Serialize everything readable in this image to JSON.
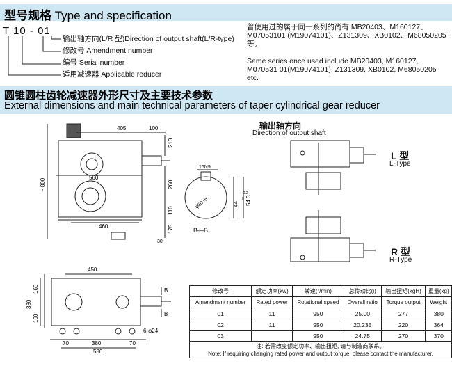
{
  "section1": {
    "title_cn": "型号规格",
    "title_en": "Type and specification"
  },
  "code": {
    "model": "T 10 - 01",
    "labels": [
      "输出轴方向(L/R 型)Direction of output shaft(L/R-type)",
      "修改号 Amendment number",
      "编号 Serial number",
      "适用减速器 Applicable reducer"
    ]
  },
  "series_note": {
    "cn": "曾使用过的属于同一系列的尚有 MB20403、M160127、M07053101 (M19074101)、Z131309、XB0102、M68050205 等。",
    "en": "Same series once used include MB20403, M160127, M070531 01(M19074101), Z131309, XB0102, M68050205 etc."
  },
  "section2": {
    "title_cn": "圆锥圆柱齿轮减速器外形尺寸及主要技术参数",
    "title_en": "External dimensions and main technical parameters of taper cylindrical gear reducer"
  },
  "drawing": {
    "front_dims": [
      "405",
      "100",
      "210",
      "560",
      "260",
      "110",
      "175",
      "460",
      "~ 800",
      "30"
    ],
    "section_dims": [
      "16N9",
      "φ60 r6",
      "44",
      "-0.2",
      "0",
      "54.3"
    ],
    "section_label": "B—B",
    "plan_dims": [
      "450",
      "160",
      "380",
      "160",
      "70",
      "380",
      "580",
      "70",
      "6-φ24"
    ],
    "plan_marks": [
      "B",
      "B"
    ]
  },
  "output_direction": {
    "cn": "输出轴方向",
    "en": "Direction of output shaft",
    "l_cn": "L 型",
    "l_en": "L-Type",
    "r_cn": "R 型",
    "r_en": "R-Type"
  },
  "table": {
    "headers_cn": [
      "修改号",
      "额定功率(kw)",
      "转速(r/min)",
      "总传动比(i)",
      "输出扭矩(kgH)",
      "重量(kg)"
    ],
    "headers_en": [
      "Amendment number",
      "Rated power",
      "Rotational speed",
      "Overall ratio",
      "Torque output",
      "Weight"
    ],
    "rows": [
      [
        "01",
        "11",
        "950",
        "25.00",
        "277",
        "380"
      ],
      [
        "02",
        "11",
        "950",
        "20.235",
        "220",
        "364"
      ],
      [
        "03",
        "",
        "950",
        "24.75",
        "270",
        "370"
      ]
    ],
    "note_cn": "注: 若需改变额定功率、输出扭矩, 请与制造商联系。",
    "note_en": "Note: If requiring changing rated power and output torque, please contact the manufacturer."
  }
}
